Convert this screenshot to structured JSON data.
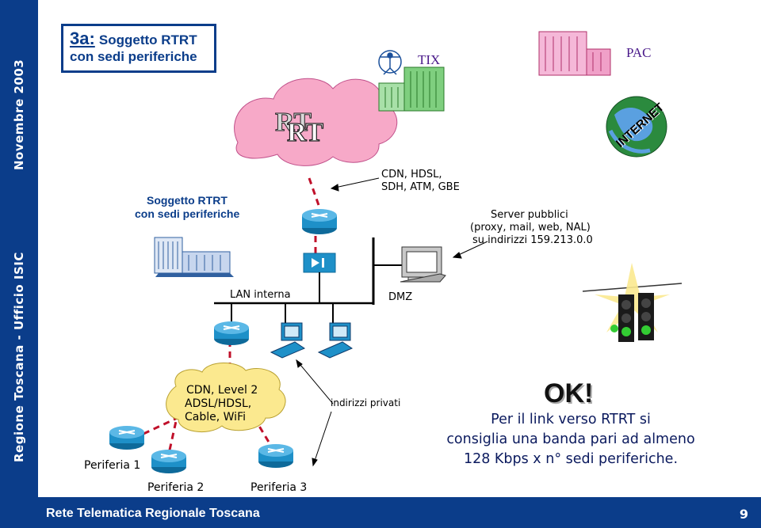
{
  "sidebar": {
    "date": "Novembre 2003",
    "org": "Regione Toscana - Ufficio ISIC"
  },
  "footer": {
    "title": "Rete Telematica Regionale Toscana",
    "page": "9"
  },
  "slide": {
    "number": "3a:",
    "title_line1": "Soggetto RTRT",
    "title_line2": "con sedi periferiche"
  },
  "labels": {
    "rtrt_head1": "Soggetto RTRT",
    "rtrt_head2": "con sedi periferiche",
    "rtrt_cloud": "RTRT",
    "tix": "TIX",
    "pac": "PAC",
    "cdn_link1": "CDN, HDSL,",
    "cdn_link2": "SDH, ATM, GBE",
    "server1": "Server pubblici",
    "server2": "(proxy, mail, web, NAL)",
    "server3": "su indirizzi 159.213.0.0",
    "lan": "LAN interna",
    "dmz": "DMZ",
    "cloud_line1": "CDN, Level 2",
    "cloud_line2": "ADSL/HDSL,",
    "cloud_line3": "Cable, WiFi",
    "private": "indirizzi privati",
    "per1": "Periferia 1",
    "per2": "Periferia 2",
    "per3": "Periferia 3",
    "internet": "INTERNET",
    "ok": "OK!",
    "ok_line1": "Per il link verso RTRT si",
    "ok_line2": "consiglia una banda pari ad almeno",
    "ok_line3": "128 Kbps x n° sedi periferiche."
  },
  "colors": {
    "brand": "#0b3d8a",
    "cloud_pink": "#f7a9c8",
    "cloud_yellow": "#fbe98f",
    "router": "#1e90c8",
    "link_red": "#c0102a",
    "building_green": "#3aa24a",
    "building_pink": "#e0509a"
  }
}
